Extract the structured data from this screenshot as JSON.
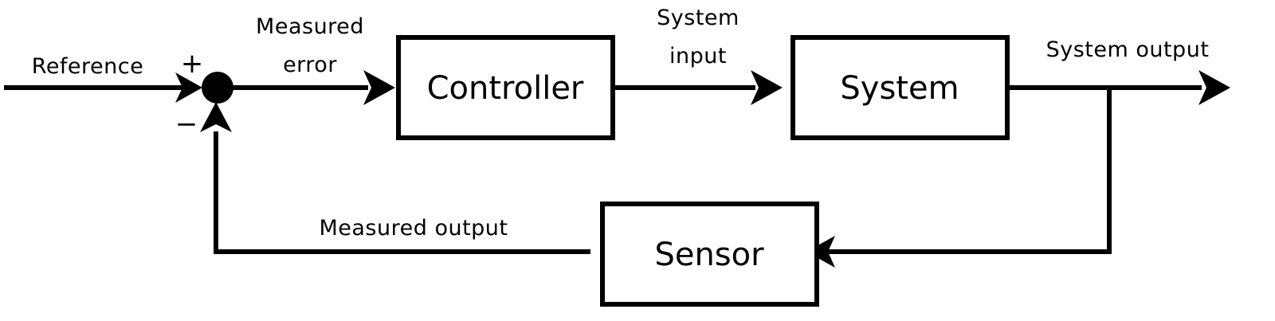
{
  "diagram": {
    "blocks": {
      "controller": "Controller",
      "system": "System",
      "sensor": "Sensor"
    },
    "edges": {
      "reference": "Reference",
      "measured_error_line1": "Measured",
      "measured_error_line2": "error",
      "system_input_line1": "System",
      "system_input_line2": "input",
      "system_output": "System output",
      "measured_output": "Measured output"
    },
    "summing_junction": {
      "plus_sign": "+",
      "minus_sign": "−"
    },
    "colors": {
      "stroke": "#000000",
      "background": "#ffffff"
    }
  }
}
